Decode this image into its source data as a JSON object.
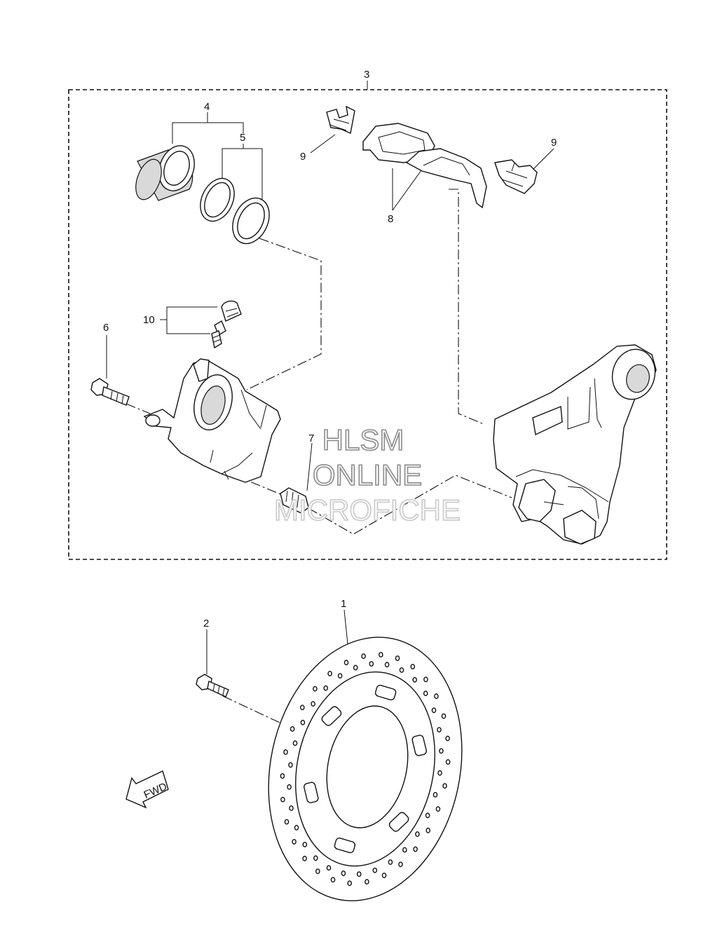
{
  "callouts": {
    "c1": "1",
    "c2": "2",
    "c3": "3",
    "c4": "4",
    "c5": "5",
    "c6": "6",
    "c7": "7",
    "c8": "8",
    "c9a": "9",
    "c9b": "9",
    "c10": "10"
  },
  "fwd_label": "FWD",
  "watermark": {
    "line1": "HLSM",
    "line2": "ONLINE",
    "line3": "MICROFICHE"
  }
}
